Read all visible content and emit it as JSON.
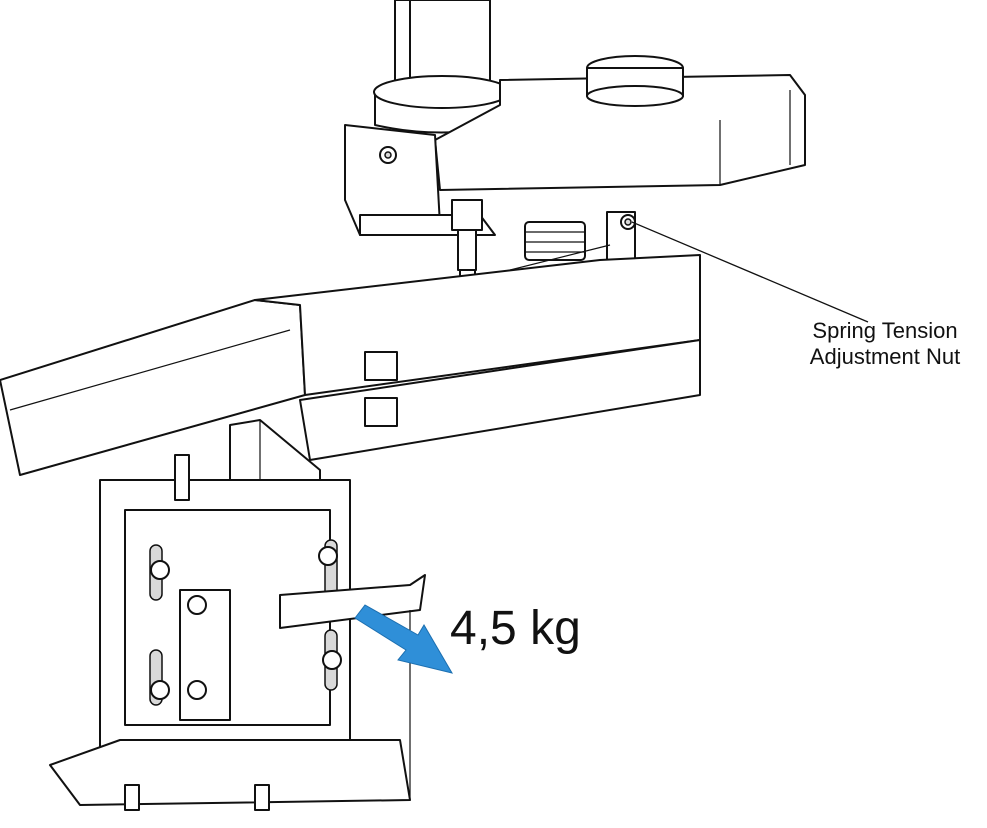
{
  "diagram": {
    "callout_label": "Spring Tension\nAdjustment Nut",
    "callout_line1": "Spring Tension",
    "callout_line2": "Adjustment Nut",
    "force_label": "4,5 kg",
    "colors": {
      "force_arrow": "#2f8fd8",
      "line": "#111111",
      "fill": "#ffffff"
    },
    "icons": [
      "force-arrow-icon",
      "callout-leader-line"
    ]
  }
}
